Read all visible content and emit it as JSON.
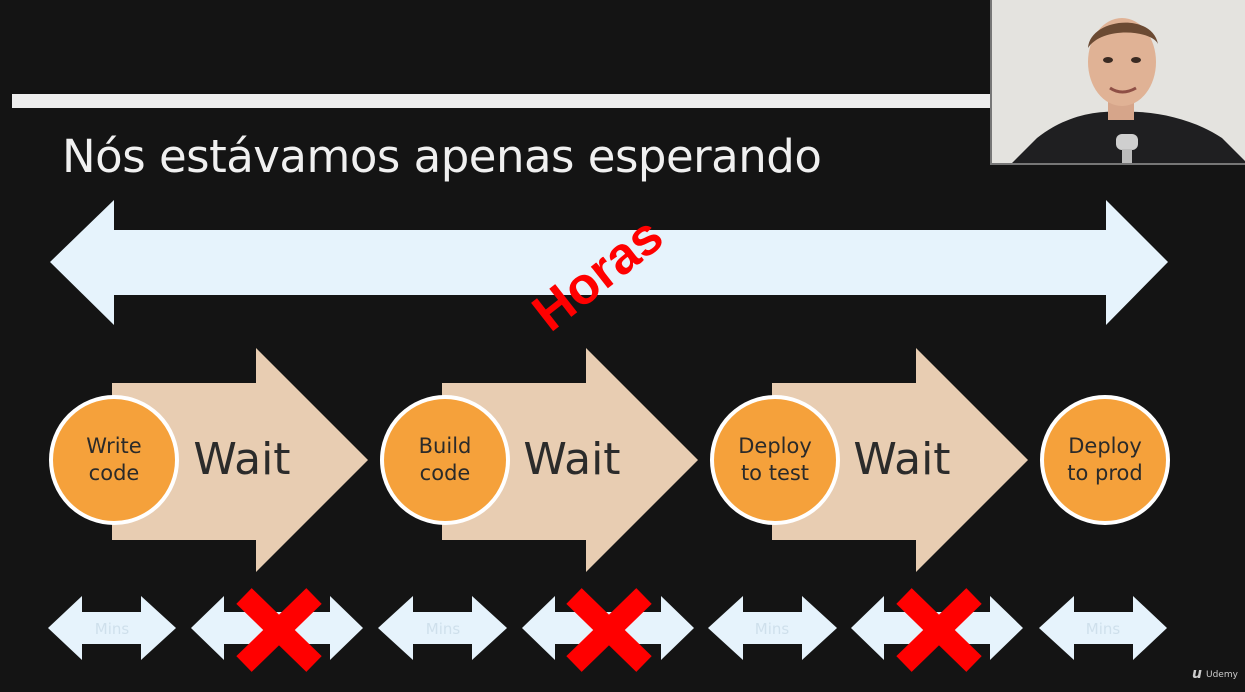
{
  "slide": {
    "title": "Nós estávamos apenas esperando",
    "overlay_label": "Horas",
    "steps": [
      {
        "label": "Write\ncode",
        "wait_label": "Wait"
      },
      {
        "label": "Build\ncode",
        "wait_label": "Wait"
      },
      {
        "label": "Deploy\nto test",
        "wait_label": "Wait"
      },
      {
        "label": "Deploy\nto prod"
      }
    ],
    "short_arrow_label": "Mins"
  },
  "watermark": {
    "brand": "Udemy"
  },
  "colors": {
    "background": "#141414",
    "arrow_fill": "#e6f3fc",
    "circle_fill": "#f5a13b",
    "wait_arrow_fill": "#e8cdb2",
    "red": "#ff0000"
  }
}
